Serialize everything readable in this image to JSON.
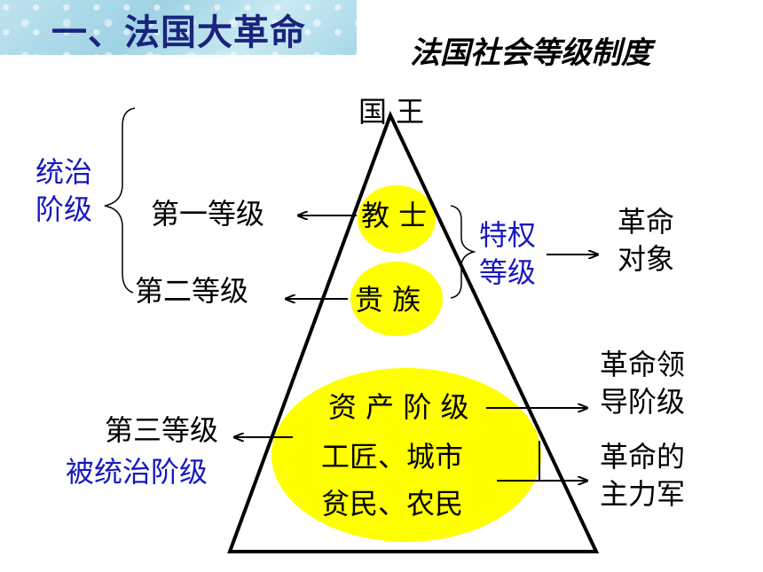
{
  "title": "一、法国大革命",
  "subtitle": "法国社会等级制度",
  "apex": "国 王",
  "ruling_class": [
    "统治",
    "阶级"
  ],
  "first_estate": "第一等级",
  "second_estate": "第二等级",
  "clergy": "教 士",
  "nobility": "贵 族",
  "privileged": [
    "特权",
    "等级"
  ],
  "revolution_target": [
    "革命",
    "对象"
  ],
  "bourgeoisie": "资 产 阶 级",
  "artisans": "工匠、城市",
  "peasants": "贫民、农民",
  "leading_class": [
    "革命领",
    "导阶级"
  ],
  "main_force": [
    "革命的",
    "主力军"
  ],
  "third_estate": "第三等级",
  "ruled_class": "被统治阶级",
  "colors": {
    "title": "#1a237e",
    "highlight": "#ffff00",
    "blue_text": "#1818c0"
  }
}
